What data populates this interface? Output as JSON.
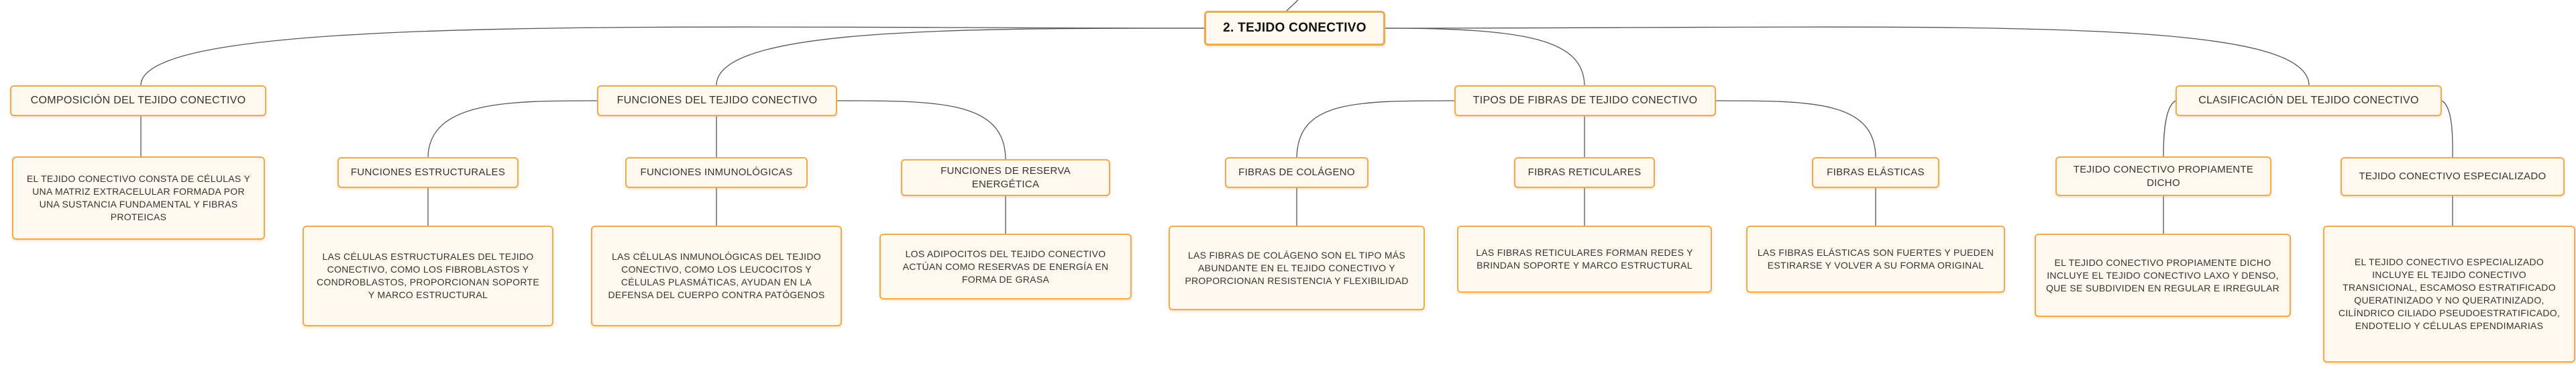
{
  "root": "2. TEJIDO CONECTIVO",
  "branches": [
    {
      "title": "COMPOSICIÓN DEL TEJIDO CONECTIVO",
      "leaf": "EL TEJIDO CONECTIVO CONSTA DE CÉLULAS Y UNA MATRIZ EXTRACELULAR FORMADA POR UNA SUSTANCIA FUNDAMENTAL Y FIBRAS PROTEICAS"
    },
    {
      "title": "FUNCIONES DEL TEJIDO CONECTIVO",
      "children": [
        {
          "title": "FUNCIONES ESTRUCTURALES",
          "leaf": "LAS CÉLULAS ESTRUCTURALES DEL TEJIDO CONECTIVO, COMO LOS FIBROBLASTOS Y CONDROBLASTOS, PROPORCIONAN SOPORTE Y MARCO ESTRUCTURAL"
        },
        {
          "title": "FUNCIONES INMUNOLÓGICAS",
          "leaf": "LAS CÉLULAS INMUNOLÓGICAS DEL TEJIDO CONECTIVO, COMO LOS LEUCOCITOS Y CÉLULAS PLASMÁTICAS, AYUDAN EN LA DEFENSA DEL CUERPO CONTRA PATÓGENOS"
        },
        {
          "title": "FUNCIONES DE RESERVA ENERGÉTICA",
          "leaf": "LOS ADIPOCITOS DEL TEJIDO CONECTIVO ACTÚAN COMO RESERVAS DE ENERGÍA EN FORMA DE GRASA"
        }
      ]
    },
    {
      "title": "TIPOS DE FIBRAS DE TEJIDO CONECTIVO",
      "children": [
        {
          "title": "FIBRAS DE COLÁGENO",
          "leaf": "LAS FIBRAS DE COLÁGENO SON EL TIPO MÁS ABUNDANTE EN EL TEJIDO CONECTIVO Y PROPORCIONAN RESISTENCIA Y FLEXIBILIDAD"
        },
        {
          "title": "FIBRAS RETICULARES",
          "leaf": "LAS FIBRAS RETICULARES FORMAN REDES Y BRINDAN SOPORTE Y MARCO ESTRUCTURAL"
        },
        {
          "title": "FIBRAS ELÁSTICAS",
          "leaf": "LAS FIBRAS ELÁSTICAS SON FUERTES Y PUEDEN ESTIRARSE Y VOLVER A SU FORMA ORIGINAL"
        }
      ]
    },
    {
      "title": "CLASIFICACIÓN DEL TEJIDO CONECTIVO",
      "children": [
        {
          "title": "TEJIDO CONECTIVO PROPIAMENTE DICHO",
          "leaf": "EL TEJIDO CONECTIVO PROPIAMENTE DICHO INCLUYE EL TEJIDO CONECTIVO LAXO Y DENSO, QUE SE SUBDIVIDEN EN REGULAR E IRREGULAR"
        },
        {
          "title": "TEJIDO CONECTIVO ESPECIALIZADO",
          "leaf": "EL TEJIDO CONECTIVO ESPECIALIZADO INCLUYE EL TEJIDO CONECTIVO TRANSICIONAL, ESCAMOSO ESTRATIFICADO QUERATINIZADO Y NO QUERATINIZADO, CILÍNDRICO CILIADO PSEUDOESTRATIFICADO, ENDOTELIO Y CÉLULAS EPENDIMARIAS"
        }
      ]
    }
  ],
  "colors": {
    "border": "#f1a94d",
    "fill": "#fff9ef",
    "connector": "#555555"
  }
}
